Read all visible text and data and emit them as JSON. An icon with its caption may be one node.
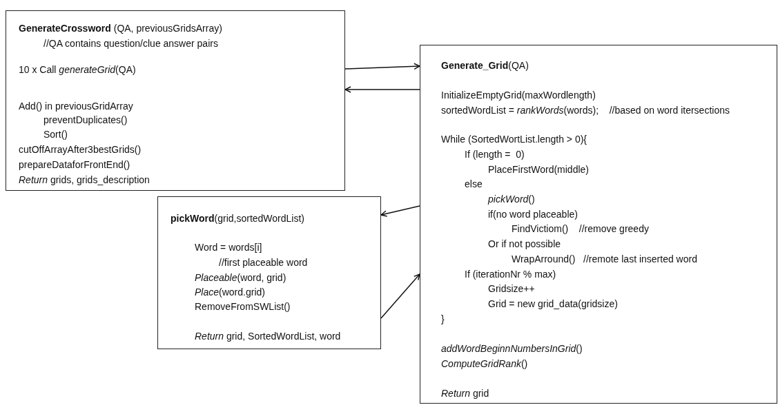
{
  "diagram": {
    "nodes": [
      {
        "text": [
          "**GenerateCrossword** (QA, previousGridsArray)",
          "//QA contains question/clue answer pairs",
          "10 x Call *generateGrid*(QA)",
          "Add() in previousGridArray",
          "preventDuplicates()",
          "Sort()",
          "cutOffArrayAfter3bestGrids()",
          "prepareDataforFrontEnd()",
          "*Return* grids, grids_description"
        ]
      },
      {
        "text": [
          "**Generate_Grid**(QA)",
          "InitializeEmptyGrid(maxWordlength)",
          "sortedWordList = *rankWords*(words);    //based on word itersections",
          "While (SortedWortList.length > 0){",
          "If (length =  0)",
          "PlaceFirstWord(middle)",
          "else",
          "*pickWord*()",
          "if(no word placeable)",
          "FindVictiom()    //remove greedy",
          "Or if not possible",
          "WrapArround()   //remote last inserted word",
          "If (iterationNr % max)",
          "Gridsize++",
          "Grid = new grid_data(gridsize)",
          "}",
          "*addWordBeginnNumbersInGrid*()",
          "*ComputeGridRank*()",
          "*Return* grid"
        ]
      },
      {
        "text": [
          "**pickWord**(grid,sortedWordList)",
          "Word = words[i]",
          "//first placeable word",
          "*Placeable*(word, grid)",
          "*Place*(word.grid)",
          "RemoveFromSWList()",
          "*Return* grid, SortedWordList, word"
        ]
      }
    ],
    "edges": [
      {
        "from": 0,
        "to": 1,
        "arrow": "to"
      },
      {
        "from": 1,
        "to": 0,
        "arrow": "to"
      },
      {
        "from": 1,
        "to": 2,
        "arrow": "to"
      },
      {
        "from": 2,
        "to": 1,
        "arrow": "to"
      }
    ]
  }
}
